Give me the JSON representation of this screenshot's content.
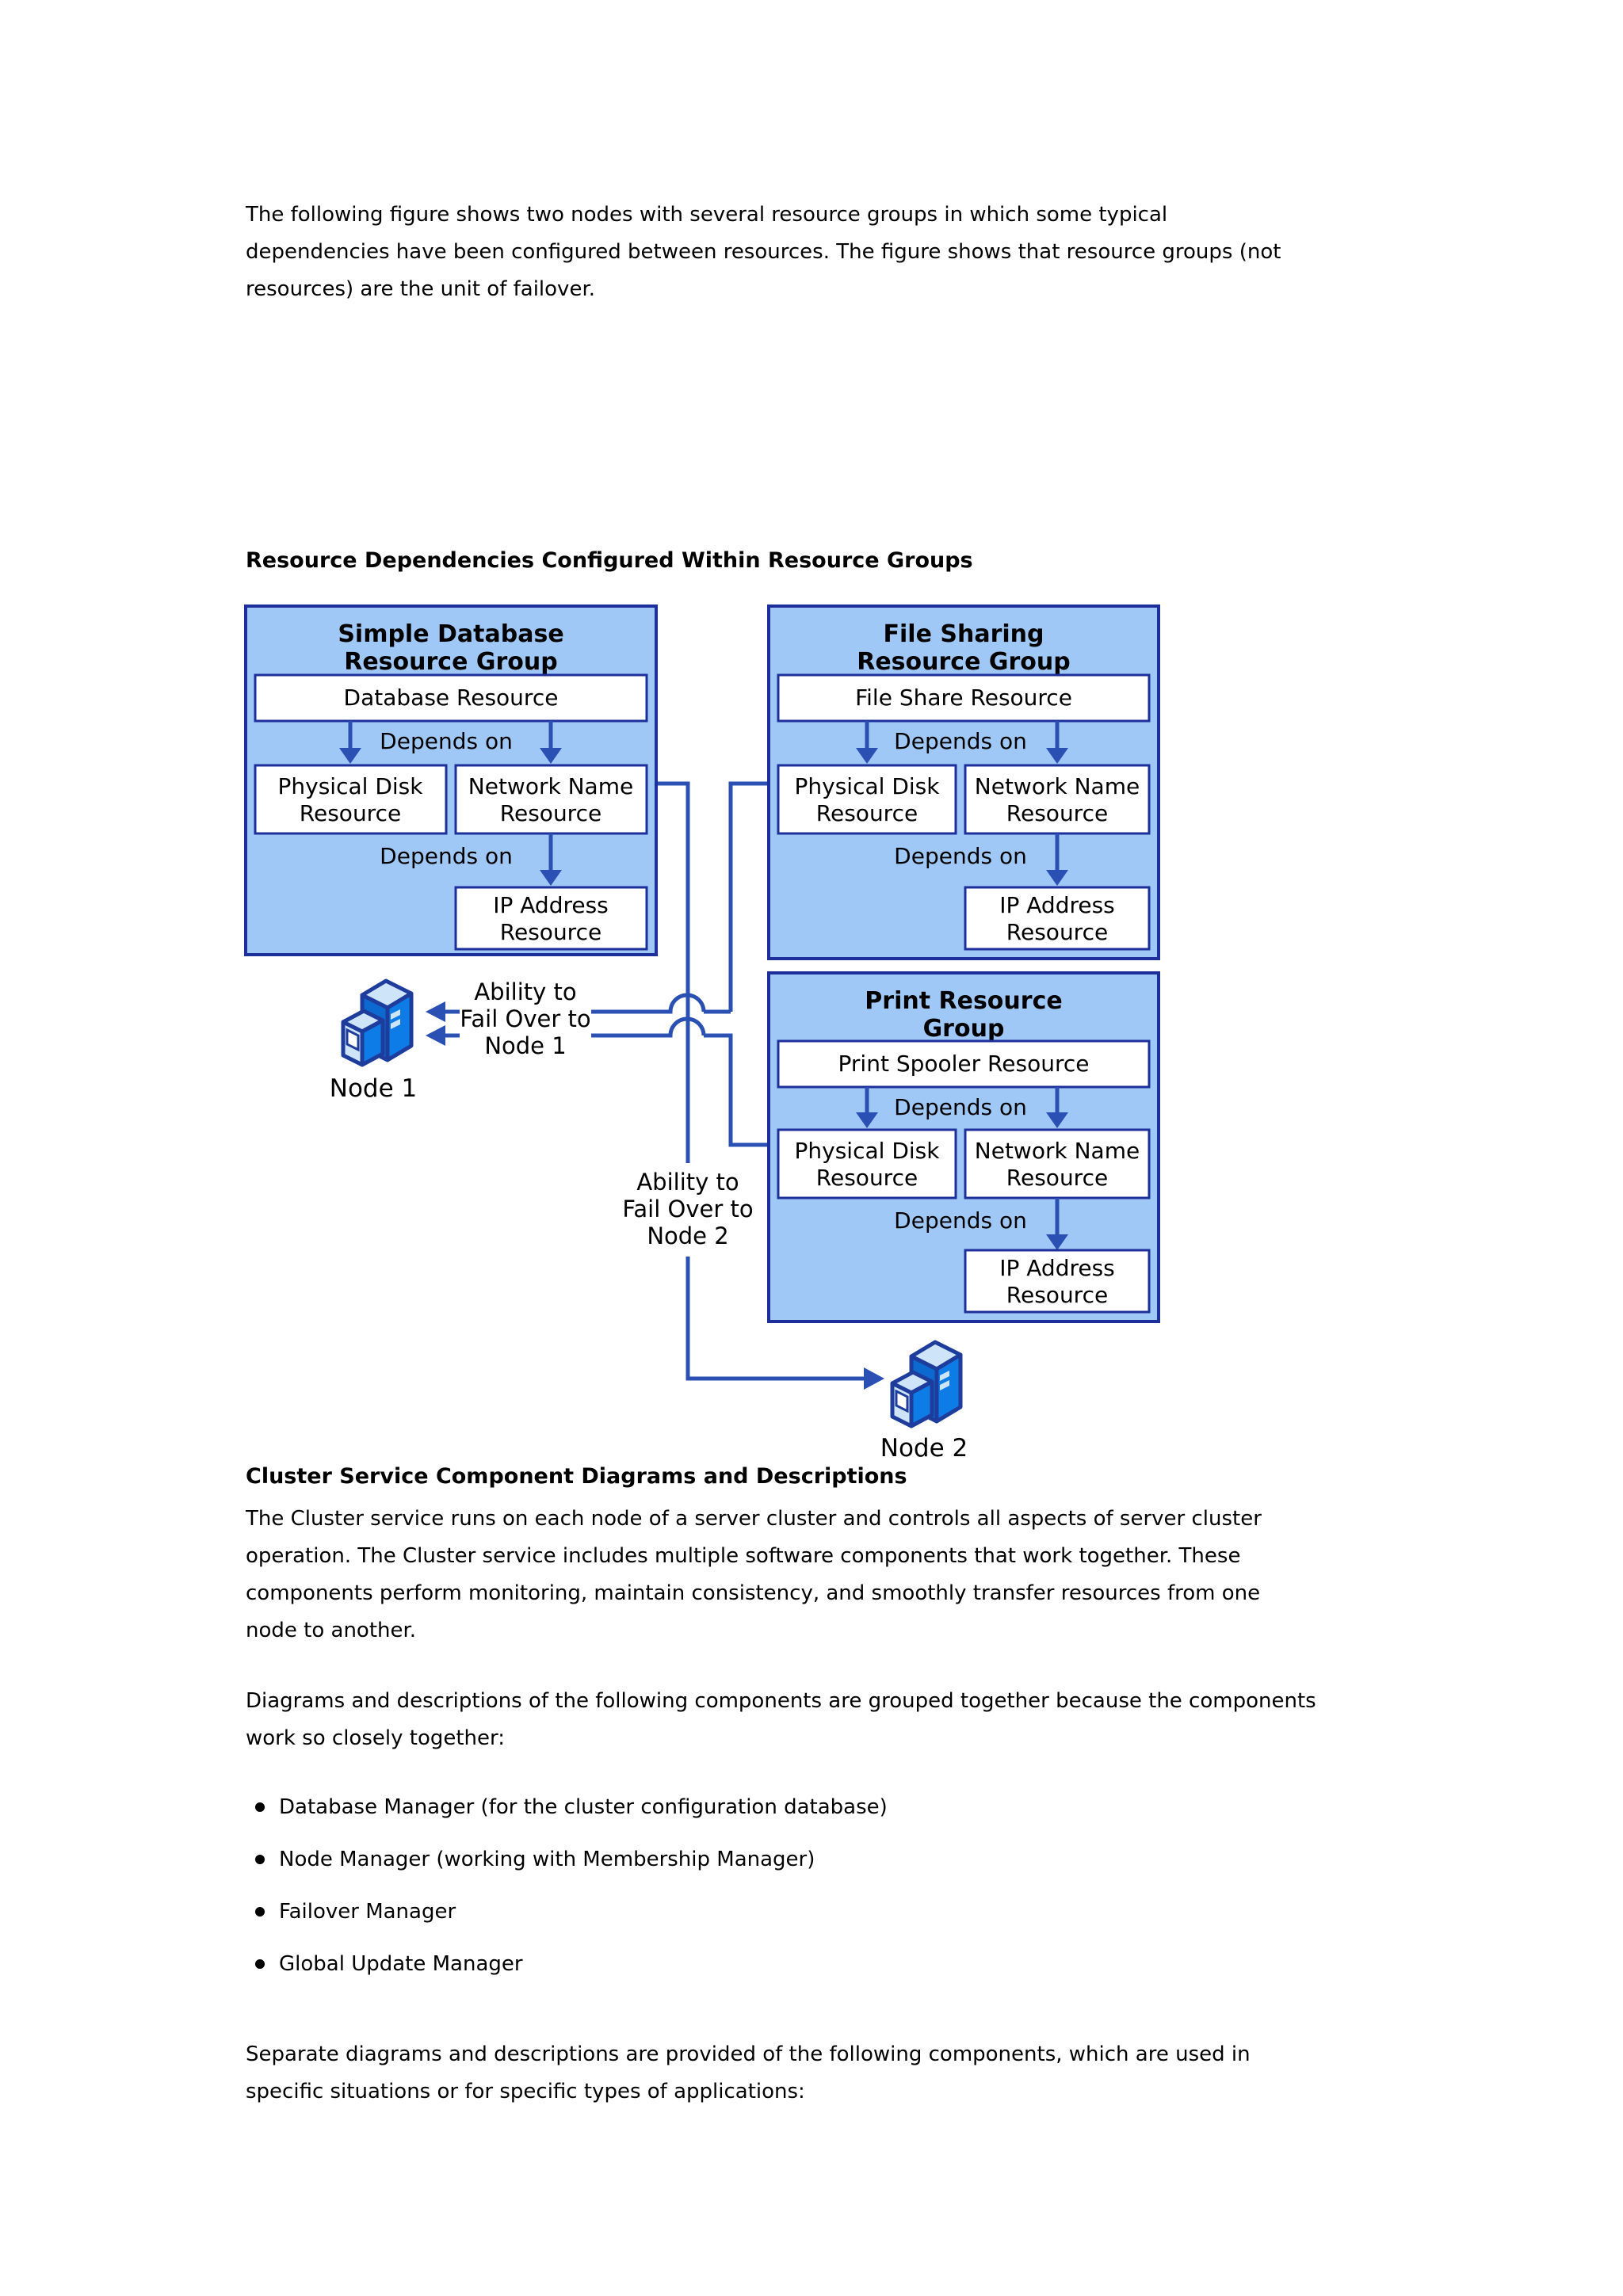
{
  "page": {
    "intro": "The following figure shows two nodes with several resource groups in which some typical\ndependencies have been configured between resources. The figure shows that resource groups (not\nresources) are the unit of failover.",
    "figure_heading": "Resource Dependencies Configured Within Resource Groups",
    "section_heading": "Cluster Service Component Diagrams and Descriptions",
    "section_body": "The Cluster service runs on each node of a server cluster and controls all aspects of server cluster\noperation. The Cluster service includes multiple software components that work together. These\ncomponents perform monitoring, maintain consistency, and smoothly transfer resources from one\nnode to another.",
    "grouped_intro": "Diagrams and descriptions of the following components are grouped together because the components\nwork so closely together:",
    "bullets": [
      "Database Manager (for the cluster configuration database)",
      "Node Manager (working with Membership Manager)",
      "Failover Manager",
      "Global Update Manager"
    ],
    "separate_intro": "Separate diagrams and descriptions are provided of the following components, which are used in\nspecific situations or for specific types of applications:"
  },
  "diagram": {
    "depends_label": "Depends on",
    "groups": {
      "simple_database": {
        "title1": "Simple Database",
        "title2": "Resource Group",
        "top_resource": "Database Resource",
        "left1": "Physical Disk",
        "left2": "Resource",
        "right1": "Network Name",
        "right2": "Resource",
        "ip1": "IP Address",
        "ip2": "Resource"
      },
      "file_sharing": {
        "title1": "File Sharing",
        "title2": "Resource Group",
        "top_resource": "File Share Resource",
        "left1": "Physical Disk",
        "left2": "Resource",
        "right1": "Network Name",
        "right2": "Resource",
        "ip1": "IP Address",
        "ip2": "Resource"
      },
      "print": {
        "title1": "Print Resource",
        "title2": "Group",
        "top_resource": "Print Spooler Resource",
        "left1": "Physical Disk",
        "left2": "Resource",
        "right1": "Network Name",
        "right2": "Resource",
        "ip1": "IP Address",
        "ip2": "Resource"
      }
    },
    "failover1": {
      "l1": "Ability to",
      "l2": "Fail Over to",
      "l3": "Node 1"
    },
    "failover2": {
      "l1": "Ability to",
      "l2": "Fail Over to",
      "l3": "Node 2"
    },
    "node1_label": "Node 1",
    "node2_label": "Node 2",
    "colors": {
      "group_fill": "#a0c8f6",
      "border": "#1c2f9b",
      "connector": "#2a50b4",
      "icon_blue": "#0e7ce6",
      "icon_light": "#cde4f9"
    }
  }
}
